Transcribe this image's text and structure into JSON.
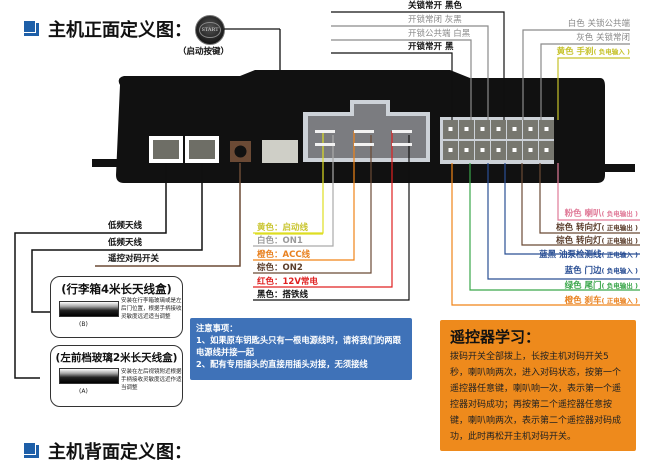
{
  "titles": {
    "front": "主机正面定义图：",
    "back": "主机背面定义图："
  },
  "start_button": {
    "glyph": "START",
    "caption": "（启动按键）"
  },
  "top_labels": [
    {
      "text": "关锁常开  黑色",
      "color": "#111111"
    },
    {
      "text": "开锁常闭  灰黑",
      "color": "#8a8a8a"
    },
    {
      "text": "开锁公共端   白黑",
      "color": "#8a8a8a"
    },
    {
      "text": "开锁常开  黑",
      "color": "#111111"
    }
  ],
  "top_right_labels": [
    {
      "text": "白色  关锁公共端",
      "color": "#8a8a8a"
    },
    {
      "text": "灰色  关锁常闭",
      "color": "#8a8a8a"
    },
    {
      "text": "黄色  手刹",
      "note": "( 负电输入 )",
      "color": "#c6c22a"
    }
  ],
  "left_labels": [
    {
      "text": "低频天线"
    },
    {
      "text": "低频天线"
    },
    {
      "text": "遥控对码开关"
    }
  ],
  "power_labels": [
    {
      "text": "黄色：启动线",
      "color": "#c9c530"
    },
    {
      "text": "白色：ON1",
      "color": "#9a9a9a"
    },
    {
      "text": "橙色：ACC线",
      "color": "#e8801e"
    },
    {
      "text": "棕色：ON2",
      "color": "#5a3d2b"
    },
    {
      "text": "红色：12V常电",
      "color": "#e02020"
    },
    {
      "text": "黑色：搭铁线",
      "color": "#111111"
    }
  ],
  "right_labels": [
    {
      "text": "粉色  喇叭",
      "note": "( 负电输出 )",
      "color": "#e07a98"
    },
    {
      "text": "棕色  转向灯",
      "note": "( 正电输出 )",
      "color": "#5a3d2b"
    },
    {
      "text": "棕色  转向灯",
      "note": "( 正电输出 )",
      "color": "#5a3d2b"
    },
    {
      "text": "蓝黑  油泵检测线",
      "note": "( 正电输入 )",
      "color": "#2a4f94"
    },
    {
      "text": "蓝色  门边",
      "note": "( 负电输入 )",
      "color": "#2a4f94"
    },
    {
      "text": "绿色  尾门",
      "note": "( 负电输出 )",
      "color": "#3aa64a"
    },
    {
      "text": "橙色  刹车",
      "note": "( 正电输入 )",
      "color": "#e8801e"
    }
  ],
  "antenna_boxes": [
    {
      "title": "(行李箱4米长天线盒)",
      "label": "(B)",
      "desc": "安装在行李箱玻璃或是左后门位置，根据手柄接收灵敏度远近适当调整"
    },
    {
      "title": "(左前档玻璃2米长天线盒)",
      "label": "(A)",
      "desc": "安装在左后视镜附近根据手柄接收灵敏度远近作适当调整"
    }
  ],
  "note": {
    "title": "注意事项：",
    "lines": [
      "1、如果原车钥匙头只有一根电源线时，请将我们的两跟电源线并接一起",
      "2、配有专用插头的直接用插头对接，无须接线"
    ]
  },
  "learning": {
    "title": "遥控器学习：",
    "body": "拨码开关全部拨上，长按主机对码开关5秒，喇叭响两次，进入对码状态，按第一个遥控器任意键，喇叭响一次，表示第一个遥控器对码成功；再按第二个遥控器任意按键，喇叭响两次，表示第二个遥控器对码成功，此时再松开主机对码开关。"
  },
  "colors": {
    "title_icon": "#1e5fa8",
    "note_bg": "#3f72b8",
    "learn_bg": "#ee8a1c",
    "device_body": "#111111"
  }
}
